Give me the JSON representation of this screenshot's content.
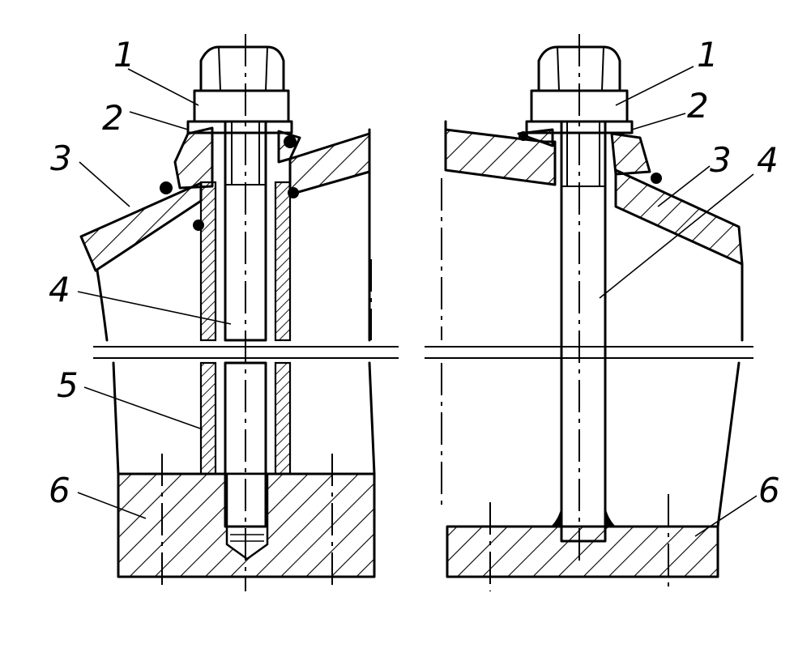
{
  "left_view": {
    "callouts": [
      "1",
      "2",
      "3",
      "4",
      "5",
      "6"
    ]
  },
  "right_view": {
    "callouts": [
      "1",
      "2",
      "3",
      "4",
      "6"
    ]
  },
  "colors": {
    "ink": "#000000",
    "paper": "#ffffff"
  }
}
